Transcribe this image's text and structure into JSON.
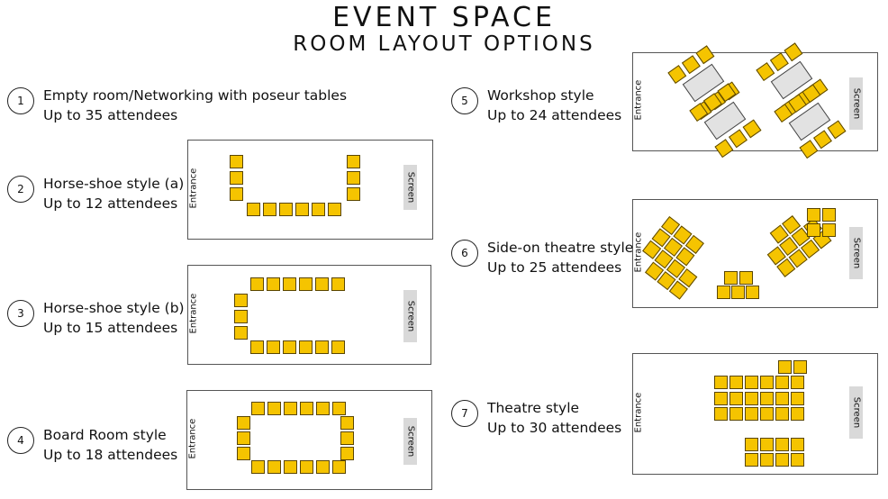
{
  "header": {
    "title": "EVENT SPACE",
    "subtitle": "ROOM LAYOUT OPTIONS"
  },
  "labels": {
    "entrance": "Entrance",
    "screen": "Screen"
  },
  "colors": {
    "chair": "#f5c400",
    "table": "#e2e2e2",
    "screen": "#d9d9d9"
  },
  "options": [
    {
      "number": "1",
      "name": "Empty room/Networking with poseur tables",
      "capacity": "Up to 35 attendees"
    },
    {
      "number": "2",
      "name": "Horse-shoe style (a)",
      "capacity": "Up to 12 attendees"
    },
    {
      "number": "3",
      "name": "Horse-shoe style (b)",
      "capacity": "Up to 15 attendees"
    },
    {
      "number": "4",
      "name": "Board Room style",
      "capacity": "Up to 18 attendees"
    },
    {
      "number": "5",
      "name": "Workshop style",
      "capacity": "Up to 24 attendees"
    },
    {
      "number": "6",
      "name": "Side-on theatre style",
      "capacity": "Up to 25 attendees"
    },
    {
      "number": "7",
      "name": "Theatre style",
      "capacity": "Up to 30 attendees"
    }
  ]
}
